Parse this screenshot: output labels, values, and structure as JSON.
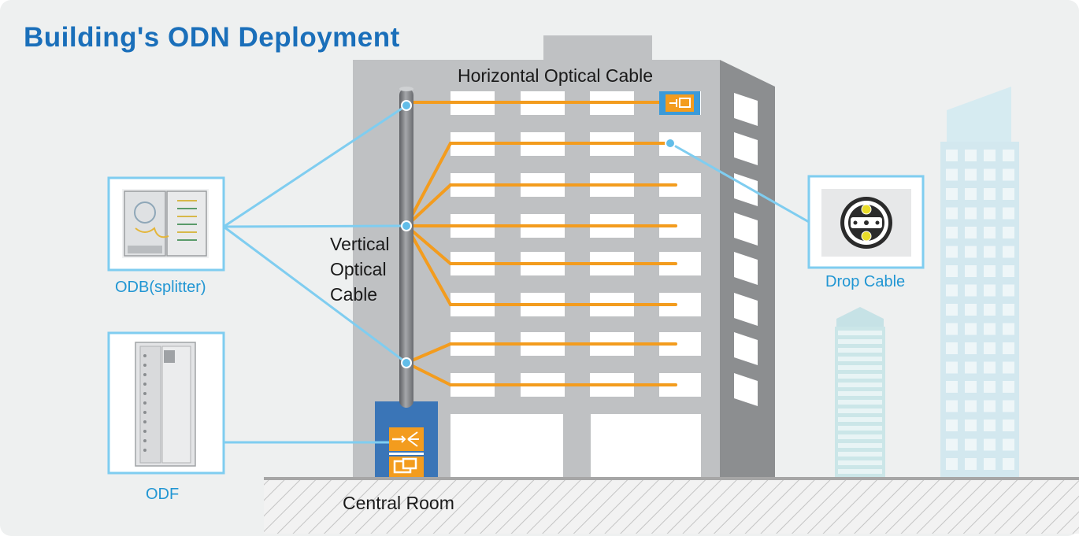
{
  "title": "Building's ODN Deployment",
  "labels": {
    "horizontal_cable": "Horizontal  Optical Cable",
    "vertical_cable_line1": "Vertical",
    "vertical_cable_line2": "Optical",
    "vertical_cable_line3": "Cable",
    "odb": "ODB(splitter)",
    "odf": "ODF",
    "drop_cable": "Drop Cable",
    "central_room": "Central Room"
  },
  "colors": {
    "title": "#1a6fba",
    "background": "#eef0f0",
    "building": "#bfc1c3",
    "building_side": "#8c8e90",
    "fiber": "#f39c1e",
    "link": "#7fcdf0",
    "central_room": "#3a75b7",
    "label_blue": "#2196d3"
  },
  "icons": {
    "odb": "odb-splitter-box-icon",
    "odf": "odf-cabinet-icon",
    "drop_cable": "drop-cable-cross-section-icon",
    "terminal": "fiber-terminal-box-icon",
    "splitter": "splitter-icon"
  }
}
